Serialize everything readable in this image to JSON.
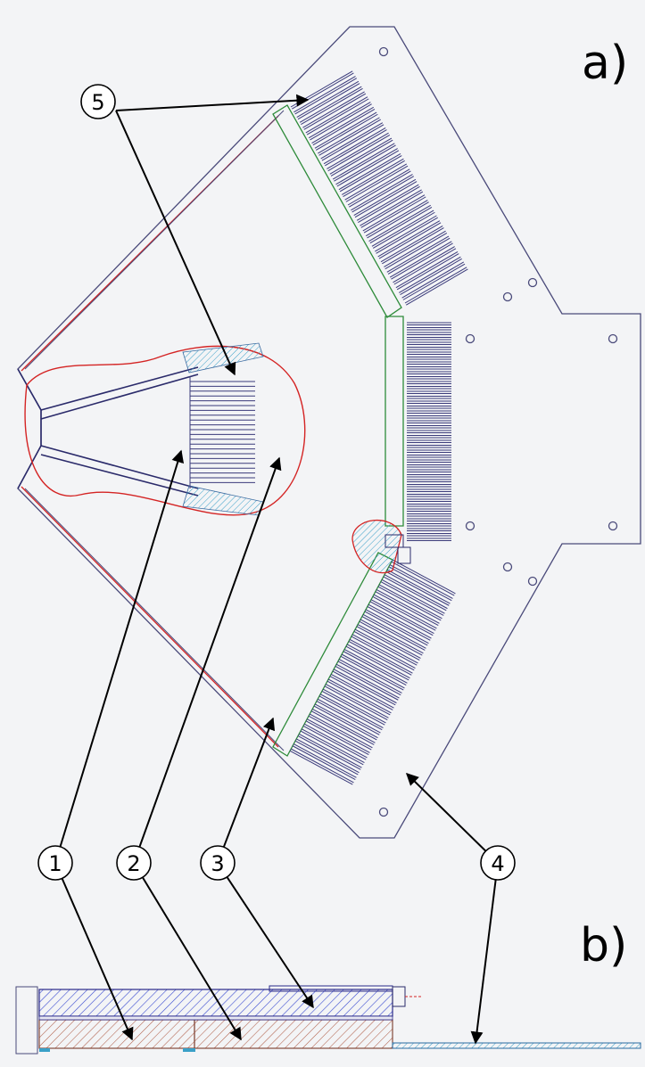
{
  "panels": {
    "a_label": "a)",
    "b_label": "b)"
  },
  "callouts": [
    {
      "id": "5",
      "label": "5"
    },
    {
      "id": "1",
      "label": "1"
    },
    {
      "id": "2",
      "label": "2"
    },
    {
      "id": "3",
      "label": "3"
    },
    {
      "id": "4",
      "label": "4"
    }
  ],
  "colors": {
    "background": "#f3f4f6",
    "plate_outline": "#4a4a7a",
    "reflector_red": "#d42424",
    "frame_green": "#2e8b3a",
    "fin_blue": "#3a3a7a",
    "hatch_blue": "#3a4bd0",
    "hatch_red": "#b0604a",
    "hatch_cyan": "#3aa0c8"
  }
}
